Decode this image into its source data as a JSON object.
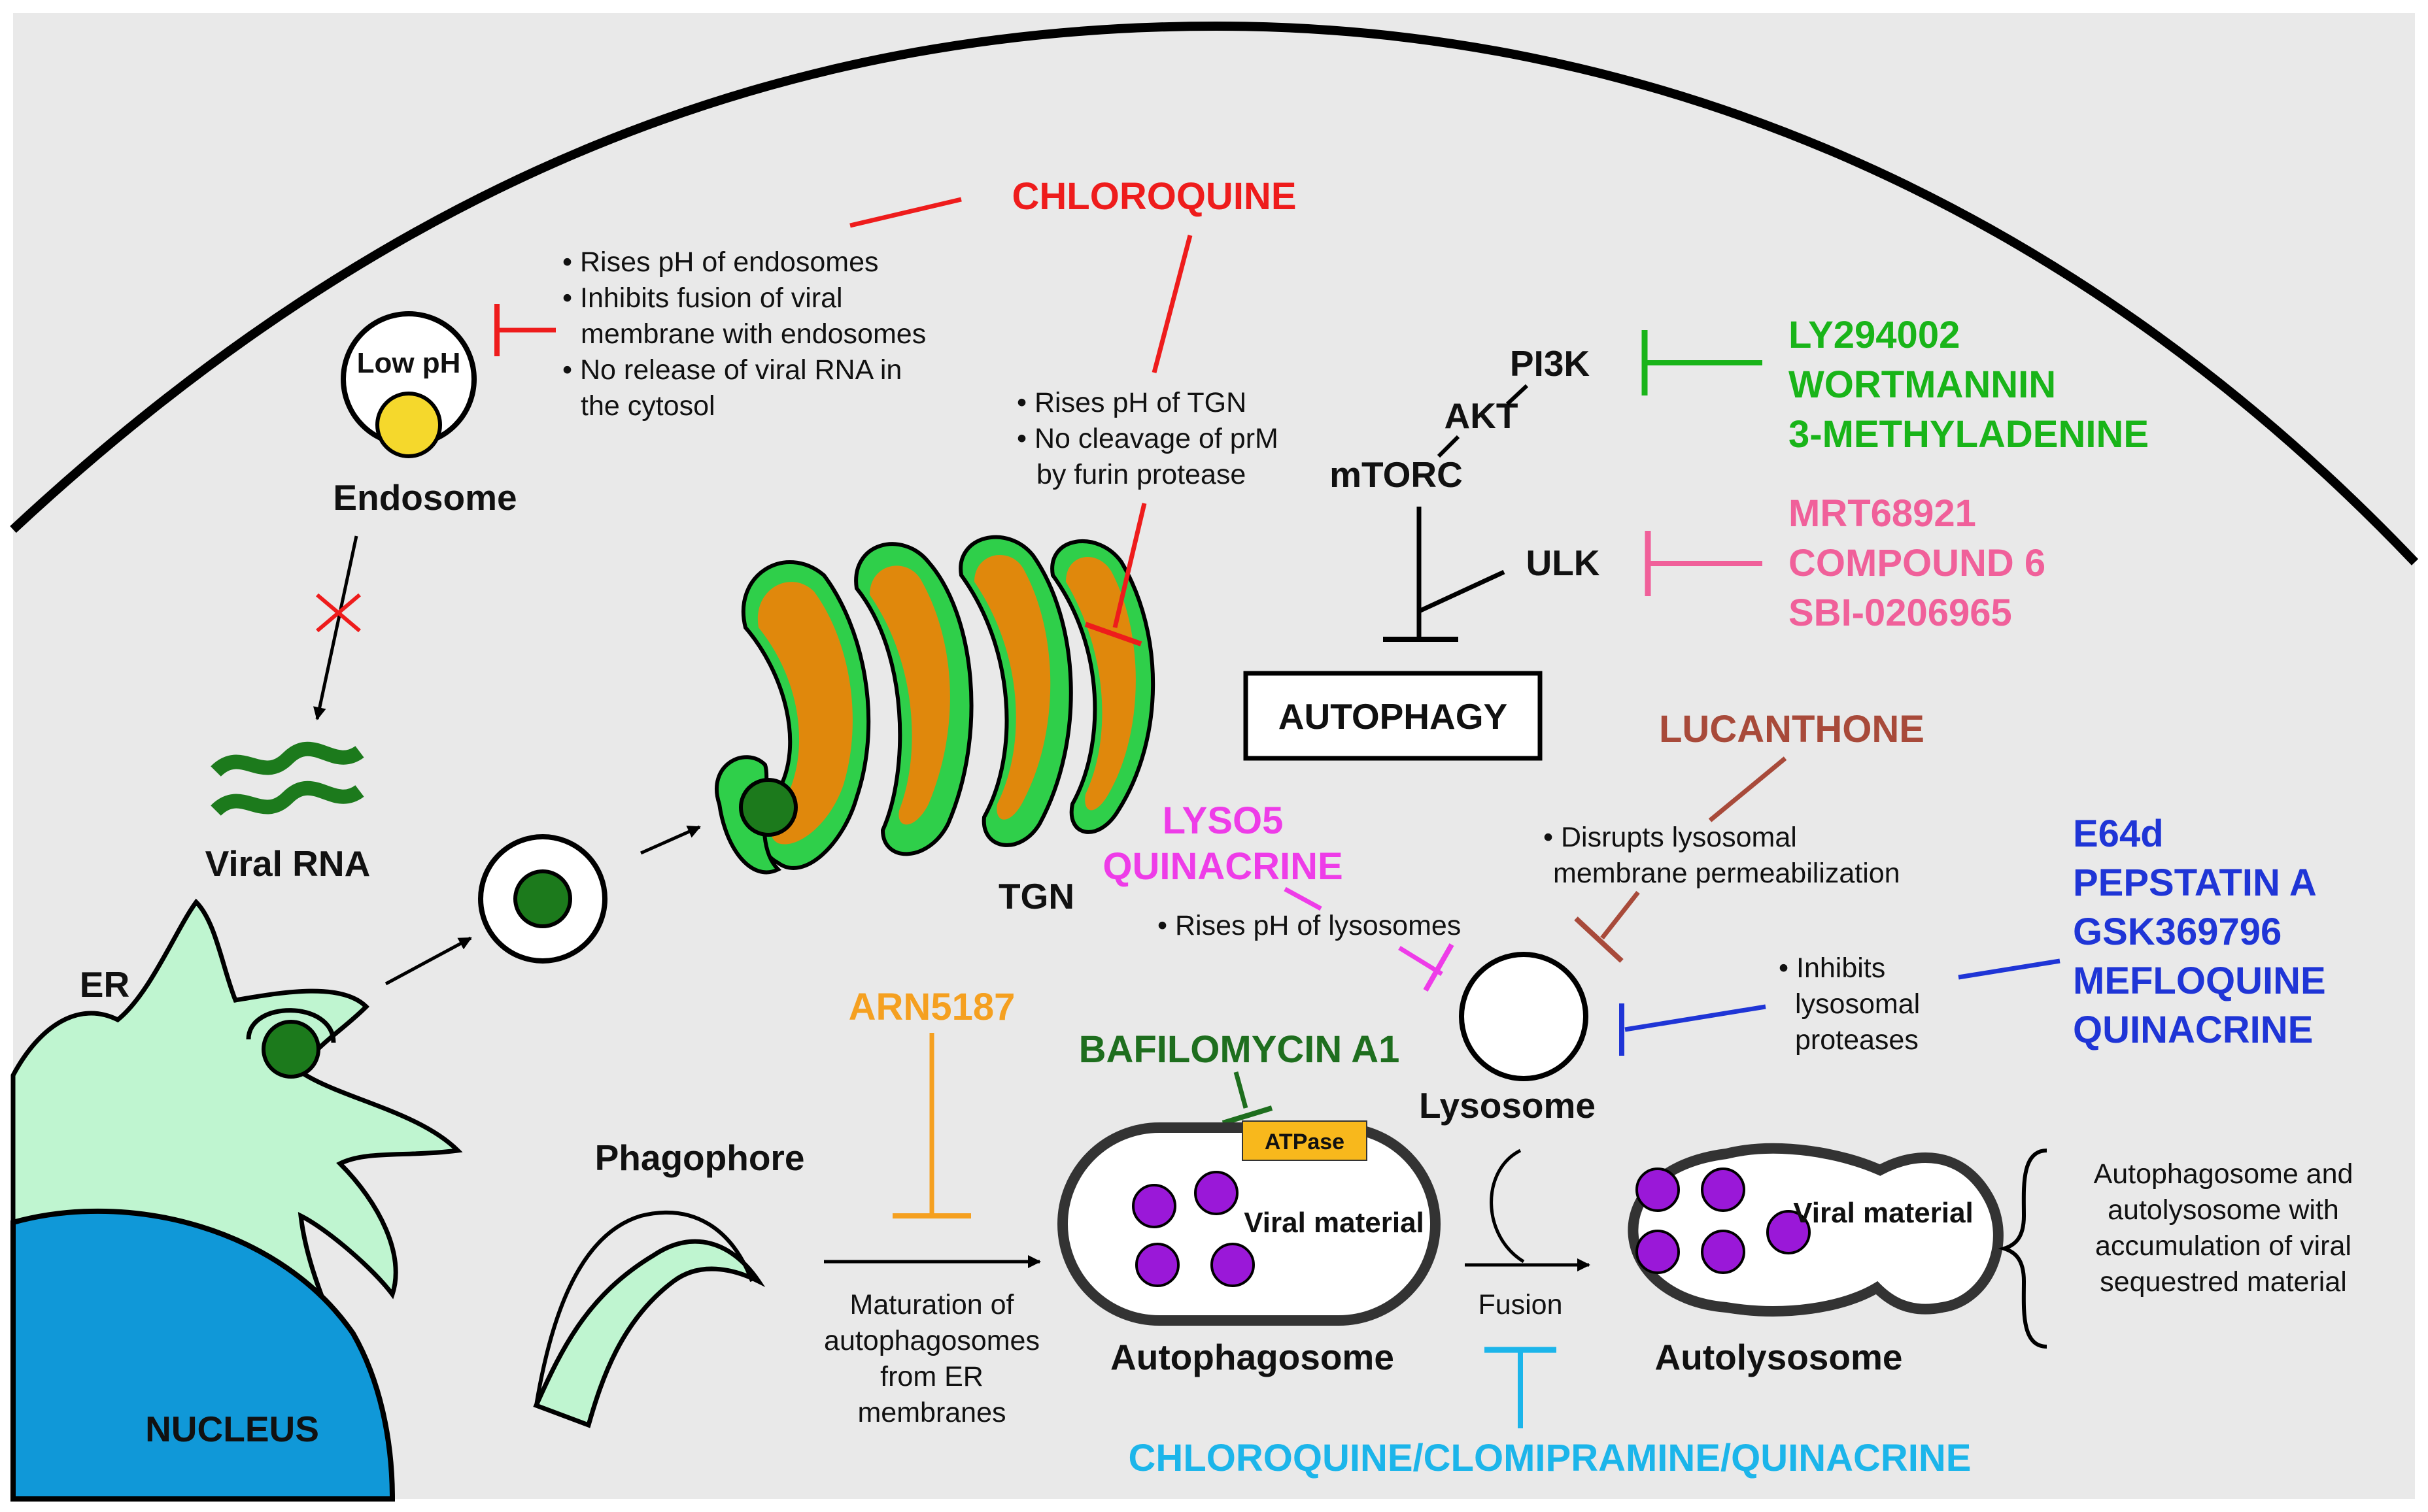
{
  "colors": {
    "chloroquine": "#ee1c1c",
    "pi3k_inhibitors": "#19b419",
    "ulk_inhibitors": "#f0609a",
    "lucanthone": "#a84a3a",
    "lyso5": "#ee3ce8",
    "cathepsin_inhibitors": "#1f35d6",
    "arn5187": "#f5a020",
    "bafilomycin": "#1e6e1e",
    "fusion_inhibitors": "#1cb5ea",
    "er": "#bff5d0",
    "nucleus": "#1098d8",
    "tgn_orange": "#e0880c",
    "tgn_green": "#2fcf4a",
    "viral_particle": "#9a18d8",
    "cytoplasm": "#e9e9e9",
    "atpase": "#f8b81c"
  },
  "labels": {
    "low_ph": "Low pH",
    "endosome": "Endosome",
    "viral_rna": "Viral RNA",
    "er": "ER",
    "tgn": "TGN",
    "nucleus": "NUCLEUS",
    "phagophore": "Phagophore",
    "autophagosome": "Autophagosome",
    "autolysosome": "Autolysosome",
    "lysosome": "Lysosome",
    "atpase": "ATPase",
    "viral_material_1": "Viral material",
    "viral_material_2": "Viral material",
    "fusion": "Fusion",
    "autophagy": "AUTOPHAGY"
  },
  "pathway": {
    "pi3k": "PI3K",
    "akt": "AKT",
    "mtorc": "mTORC",
    "ulk": "ULK"
  },
  "drugs": {
    "chloroquine": "CHLOROQUINE",
    "pi3k_group": [
      "LY294002",
      "WORTMANNIN",
      "3-METHYLADENINE"
    ],
    "ulk_group": [
      "MRT68921",
      "COMPOUND 6",
      "SBI-0206965"
    ],
    "lucanthone": "LUCANTHONE",
    "lyso5_group": [
      "LYSO5",
      "QUINACRINE"
    ],
    "cathepsin_group": [
      "E64d",
      "PEPSTATIN A",
      "GSK369796",
      "MEFLOQUINE",
      "QUINACRINE"
    ],
    "arn5187": "ARN5187",
    "bafilomycin": "BAFILOMYCIN A1",
    "fusion_group": "CHLOROQUINE/CLOMIPRAMINE/QUINACRINE"
  },
  "notes": {
    "endosome_effects": [
      "• Rises pH of endosomes",
      "• Inhibits fusion of viral",
      "membrane with endosomes",
      "• No release of viral RNA in",
      "the cytosol"
    ],
    "tgn_effects": [
      "• Rises pH of TGN",
      "• No cleavage of prM",
      "by furin protease"
    ],
    "lucanthone_effects": [
      "• Disrupts lysosomal",
      "membrane permeabilization"
    ],
    "lyso5_effects": "• Rises pH of lysosomes",
    "cathepsin_effects": [
      "• Inhibits",
      "lysosomal",
      "proteases"
    ],
    "maturation": [
      "Maturation of",
      "autophagosomes",
      "from ER",
      "membranes"
    ],
    "accumulation": [
      "Autophagosome and",
      "autolysosome with",
      "accumulation of  viral",
      "sequestred material"
    ]
  }
}
